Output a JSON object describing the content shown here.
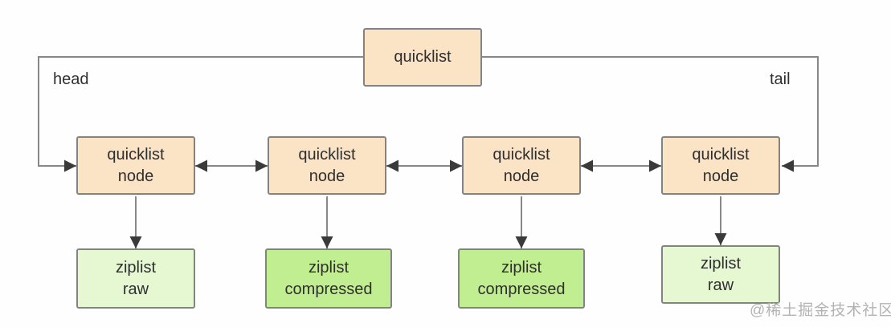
{
  "diagram": {
    "quicklist_label": "quicklist",
    "head_label": "head",
    "tail_label": "tail",
    "nodes": [
      {
        "line1": "quicklist",
        "line2": "node"
      },
      {
        "line1": "quicklist",
        "line2": "node"
      },
      {
        "line1": "quicklist",
        "line2": "node"
      },
      {
        "line1": "quicklist",
        "line2": "node"
      }
    ],
    "ziplists": [
      {
        "line1": "ziplist",
        "line2": "raw",
        "state": "raw"
      },
      {
        "line1": "ziplist",
        "line2": "compressed",
        "state": "compressed"
      },
      {
        "line1": "ziplist",
        "line2": "compressed",
        "state": "compressed"
      },
      {
        "line1": "ziplist",
        "line2": "raw",
        "state": "raw"
      }
    ],
    "colors": {
      "node_fill": "#fbe3c6",
      "ziplist_raw_fill": "#e6f8d2",
      "ziplist_compressed_fill": "#c0ee90",
      "box_border": "#838383",
      "connector_line": "#888888",
      "arrowhead": "#3a3a3a",
      "text": "#2f2f2f",
      "watermark_color": "#b3b3b3"
    },
    "watermark": "@稀土掘金技术社区"
  }
}
